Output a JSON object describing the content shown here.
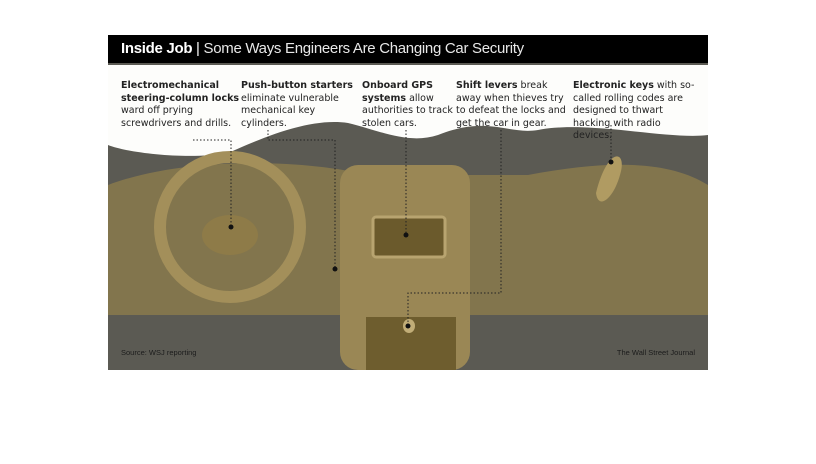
{
  "title": {
    "bold": "Inside Job",
    "separator": " | ",
    "rest": "Some Ways Engineers Are Changing Car Security"
  },
  "callouts": [
    {
      "bold": "Electromechanical steering-column locks",
      "text": " ward off prying screwdrivers and drills."
    },
    {
      "bold": "Push-button starters",
      "text": " eliminate vulnerable mechanical key cylinders."
    },
    {
      "bold": "Onboard GPS systems",
      "text": " allow authorities to track stolen cars."
    },
    {
      "bold": "Shift levers",
      "text": " break away when thieves try to defeat the locks and get the car in gear."
    },
    {
      "bold": "Electronic keys",
      "text": " with so-called rolling codes are designed to thwart hacking with radio devices."
    }
  ],
  "source": "Source: WSJ reporting",
  "credit": "The Wall Street Journal"
}
